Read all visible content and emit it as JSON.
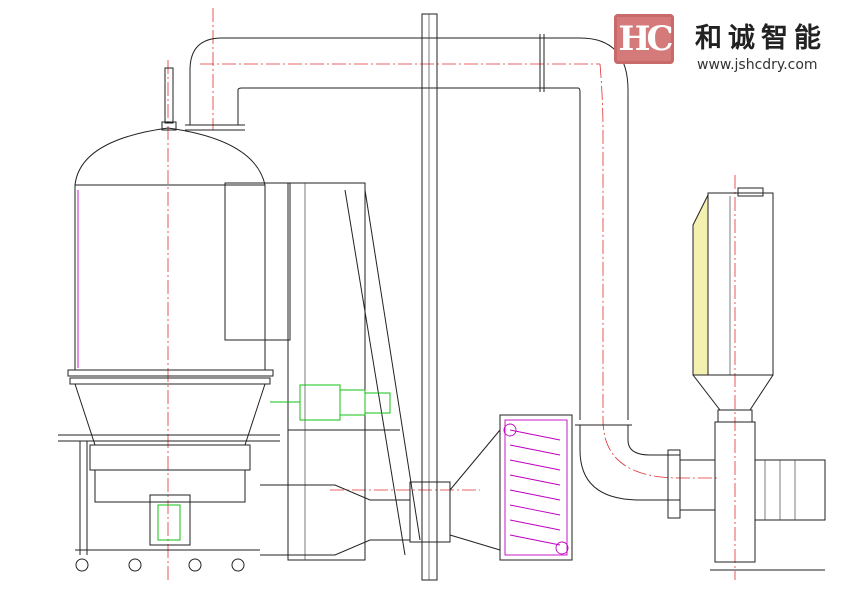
{
  "logo": {
    "mark": "HC",
    "company_name": "和诚智能",
    "website": "www.jshcdry.com",
    "color": "#d47a7a"
  },
  "colors": {
    "outline": "#222222",
    "centerline": "#e03030",
    "heat_exchanger": "#c000c0",
    "motor": "#10c010",
    "filter_fill": "#f4f0b0"
  }
}
